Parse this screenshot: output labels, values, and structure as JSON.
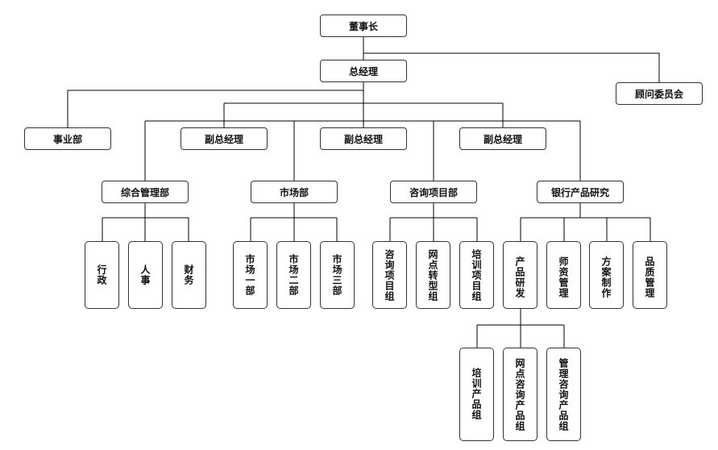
{
  "nodes": {
    "chairman": "董事长",
    "gm": "总经理",
    "advisory": "顾问委员会",
    "business": "事业部",
    "vgm1": "副总经理",
    "vgm2": "副总经理",
    "vgm3": "副总经理",
    "admin_dept": "综合管理部",
    "market_dept": "市场部",
    "consult_dept": "咨询项目部",
    "bank_dept": "银行产品研究",
    "admin": "行政",
    "hr": "人事",
    "finance": "财务",
    "market1": "市场一部",
    "market2": "市场二部",
    "market3": "市场三部",
    "consult_group": "咨询项目组",
    "branch_group": "网点转型组",
    "training_group": "培训项目组",
    "rnd": "产品研发",
    "teacher": "师资管理",
    "plan": "方案制作",
    "quality": "品质管理",
    "training_product": "培训产品组",
    "branch_consult_product": "网点咨询产品组",
    "mgmt_consult_product": "管理咨询产品组"
  },
  "colors": {
    "line": "#000000",
    "border": "#333333"
  }
}
